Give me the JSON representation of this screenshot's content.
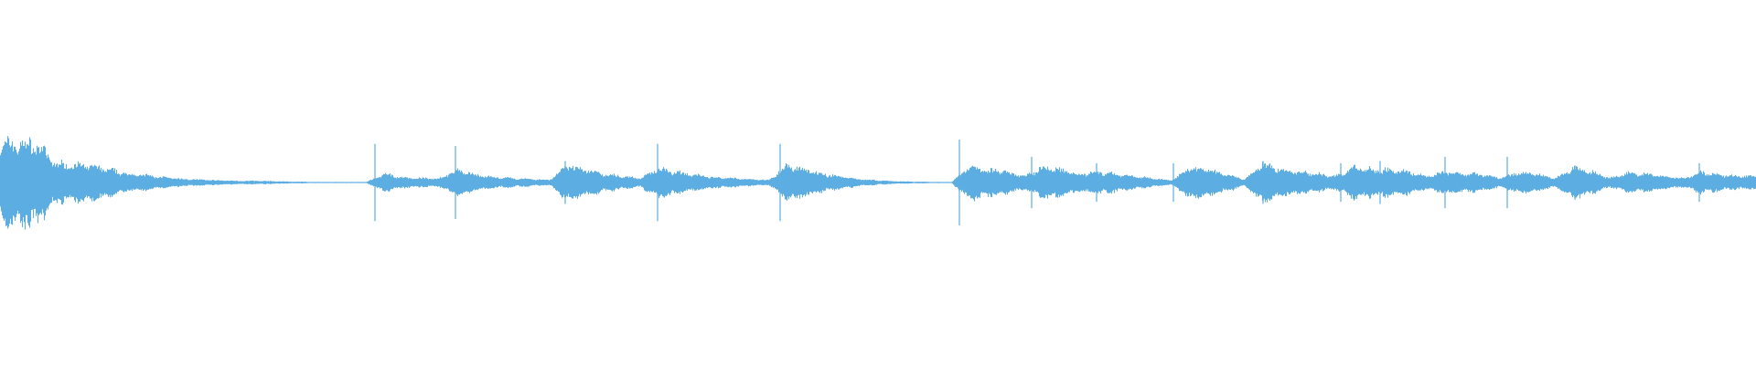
{
  "chart_data": {
    "type": "area",
    "description_kind": "audio-waveform",
    "color": "#5dade2",
    "background": "#ffffff",
    "axes_visible": false,
    "grid": false,
    "ylim": [
      -1,
      1
    ],
    "envelope_peak_amplitude": [
      0.92,
      0.95,
      0.9,
      0.45,
      0.42,
      0.4,
      0.3,
      0.2,
      0.17,
      0.12,
      0.08,
      0.07,
      0.05,
      0.04,
      0.04,
      0.03,
      0.02,
      0.015,
      0.01,
      0.01,
      0.01,
      0.2,
      0.12,
      0.1,
      0.1,
      0.3,
      0.18,
      0.12,
      0.1,
      0.08,
      0.06,
      0.4,
      0.3,
      0.2,
      0.15,
      0.1,
      0.35,
      0.25,
      0.18,
      0.12,
      0.1,
      0.08,
      0.06,
      0.4,
      0.3,
      0.2,
      0.14,
      0.08,
      0.05,
      0.03,
      0.02,
      0.015,
      0.01,
      0.4,
      0.3,
      0.25,
      0.15,
      0.35,
      0.3,
      0.2,
      0.25,
      0.2,
      0.15,
      0.1,
      0.05,
      0.35,
      0.3,
      0.2,
      0.08,
      0.45,
      0.3,
      0.25,
      0.2,
      0.15,
      0.35,
      0.3,
      0.3,
      0.25,
      0.15,
      0.25,
      0.22,
      0.2,
      0.1,
      0.25,
      0.2,
      0.1,
      0.35,
      0.25,
      0.1,
      0.22,
      0.2,
      0.15,
      0.1,
      0.25,
      0.18,
      0.15
    ],
    "transients": [
      {
        "sample": 20.5,
        "amplitude": 0.9
      },
      {
        "sample": 24.9,
        "amplitude": 0.85
      },
      {
        "sample": 30.9,
        "amplitude": 0.5
      },
      {
        "sample": 35.95,
        "amplitude": 0.9
      },
      {
        "sample": 42.65,
        "amplitude": 0.9
      },
      {
        "sample": 52.45,
        "amplitude": 1.0
      },
      {
        "sample": 56.4,
        "amplitude": 0.6
      },
      {
        "sample": 59.95,
        "amplitude": 0.45
      },
      {
        "sample": 64.15,
        "amplitude": 0.45
      },
      {
        "sample": 69.05,
        "amplitude": 0.5
      },
      {
        "sample": 73.3,
        "amplitude": 0.45
      },
      {
        "sample": 75.45,
        "amplitude": 0.5
      },
      {
        "sample": 79.0,
        "amplitude": 0.6
      },
      {
        "sample": 82.4,
        "amplitude": 0.6
      },
      {
        "sample": 86.1,
        "amplitude": 0.4
      },
      {
        "sample": 92.9,
        "amplitude": 0.45
      }
    ]
  }
}
